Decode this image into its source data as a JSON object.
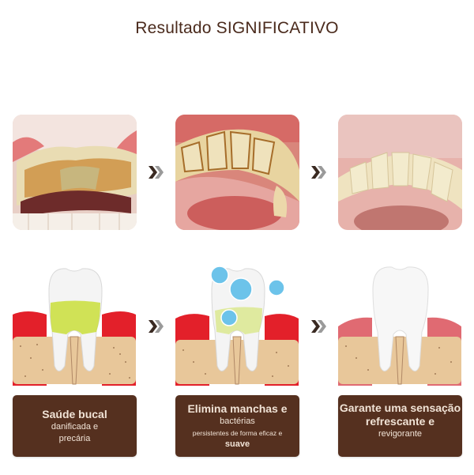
{
  "title": "Resultado SIGNIFICATIVO",
  "steps": [
    {
      "photo": "tartar-heavy-teeth-photo",
      "illustration": "tooth-with-plaque-inflamed-gums",
      "caption": {
        "line1": "Saúde bucal",
        "line2": "danificada e",
        "line3": "precária"
      }
    },
    {
      "photo": "stained-teeth-photo",
      "illustration": "tooth-with-cleaning-bubbles",
      "caption": {
        "line1": "Elimina manchas e",
        "line2": "bactérias",
        "line3": "persistentes de forma eficaz e",
        "line4": "suave"
      }
    },
    {
      "photo": "clean-teeth-photo",
      "illustration": "healthy-white-tooth",
      "caption": {
        "line1": "Garante uma sensação",
        "line2": "refrescante e",
        "line3": "revigorante"
      }
    }
  ],
  "arrows": [
    "double-chevron-right-icon",
    "double-chevron-right-icon"
  ],
  "colors": {
    "title": "#4a2a1c",
    "caption_bg": "#55301f",
    "caption_text": "#f1e3d6",
    "gum_red": "#e3202a",
    "bone": "#e8c79a",
    "plaque": "#c9de3a",
    "bubble": "#6cc3ea"
  }
}
